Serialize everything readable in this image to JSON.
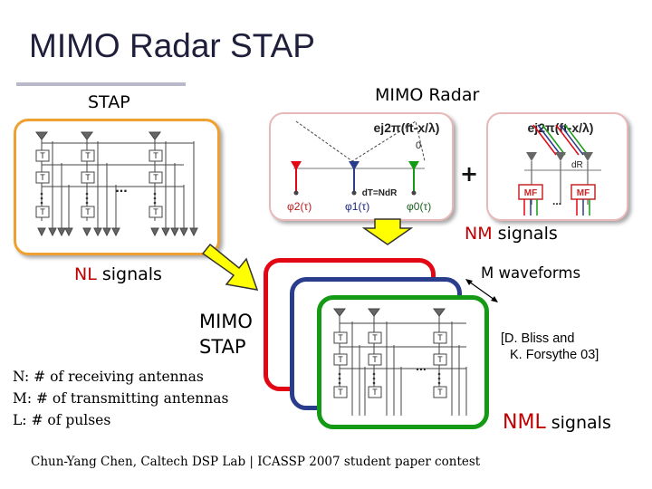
{
  "slide": {
    "title": "MIMO Radar STAP",
    "stap_label": "STAP",
    "mimo_radar_label": "MIMO Radar",
    "nm_signals": {
      "prefix": "NM",
      "suffix": " signals"
    },
    "nl_signals": {
      "prefix": "NL",
      "suffix": " signals"
    },
    "m_waveforms": "M waveforms",
    "mimo_stap_line1": "MIMO",
    "mimo_stap_line2": "STAP",
    "reference_line1": "[D. Bliss and",
    "reference_line2": "K. Forsythe 03]",
    "nml_signals": {
      "prefix": "NML",
      "suffix": " signals"
    },
    "definitions": [
      "N: # of receiving antennas",
      "M: # of transmitting antennas",
      "L: # of pulses"
    ],
    "footer": "Chun-Yang Chen, Caltech DSP Lab | ICASSP 2007 student paper contest"
  },
  "figure": {
    "tap_label": "T",
    "ellipsis": "...",
    "plus": "+",
    "phase_exponent": "ej2π(ft-x/λ)",
    "zero": "0",
    "phi2": "φ2(τ)",
    "phi1": "φ1(τ)",
    "phi0": "φ0(τ)",
    "spacing_eq": "dT=NdR",
    "dr": "dR",
    "mf": "MF"
  },
  "colors": {
    "orange_panel": "#f0a030",
    "mimo_panel_border": "#e9b8b8",
    "red": "#e30613",
    "blue": "#2a3c8c",
    "green": "#159a15",
    "label_red": "#c00000",
    "arrow_fill": "#ffff00",
    "title": "#1f1f3c"
  }
}
